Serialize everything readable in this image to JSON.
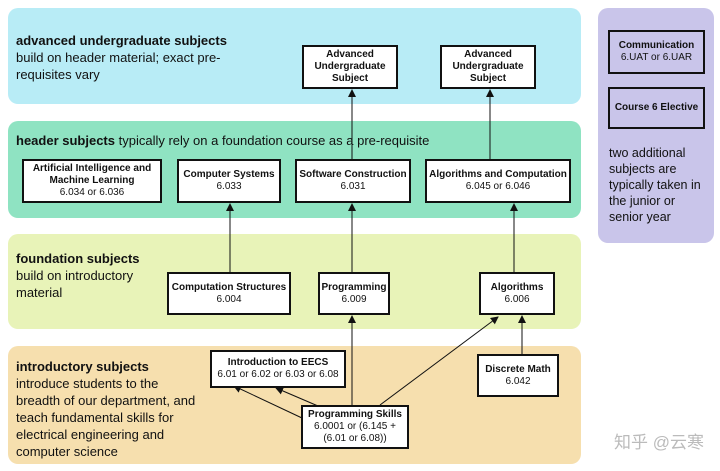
{
  "bands": {
    "advanced": {
      "title": "advanced undergraduate subjects",
      "desc": "build on header material; exact pre-requisites vary"
    },
    "header": {
      "title": "header subjects",
      "desc": "typically rely on a foundation course as a pre-requisite"
    },
    "foundation": {
      "title": "foundation subjects",
      "desc": "build on introductory material"
    },
    "introductory": {
      "title": "introductory subjects",
      "desc": "introduce students to the breadth of our department, and teach fundamental skills for electrical engineering and computer science"
    }
  },
  "advanced_boxes": [
    {
      "title": "Advanced Undergraduate Subject"
    },
    {
      "title": "Advanced Undergraduate Subject"
    }
  ],
  "header_boxes": [
    {
      "title": "Artificial Intelligence and Machine Learning",
      "code": "6.034 or 6.036"
    },
    {
      "title": "Computer Systems",
      "code": "6.033"
    },
    {
      "title": "Software Construction",
      "code": "6.031"
    },
    {
      "title": "Algorithms and Computation",
      "code": "6.045 or 6.046"
    }
  ],
  "foundation_boxes": [
    {
      "title": "Computation Structures",
      "code": "6.004"
    },
    {
      "title": "Programming",
      "code": "6.009"
    },
    {
      "title": "Algorithms",
      "code": "6.006"
    }
  ],
  "intro_boxes": [
    {
      "title": "Introduction to EECS",
      "code": "6.01 or 6.02 or 6.03 or 6.08"
    },
    {
      "title": "Programming Skills",
      "code": "6.0001 or (6.145 + (6.01 or 6.08))"
    },
    {
      "title": "Discrete Math",
      "code": "6.042"
    }
  ],
  "side": {
    "boxes": [
      {
        "title": "Communication",
        "code": "6.UAT or 6.UAR"
      },
      {
        "title": "Course 6 Elective",
        "code": ""
      }
    ],
    "note": "two additional subjects are typically taken in the junior or senior year"
  },
  "watermark": "知乎 @云寒",
  "colors": {
    "advanced_band": "#b8ecf6",
    "header_band": "#8fe3c2",
    "foundation_band": "#e8f3b8",
    "introductory_band": "#f6dfae",
    "side_band": "#c9c5ea"
  }
}
